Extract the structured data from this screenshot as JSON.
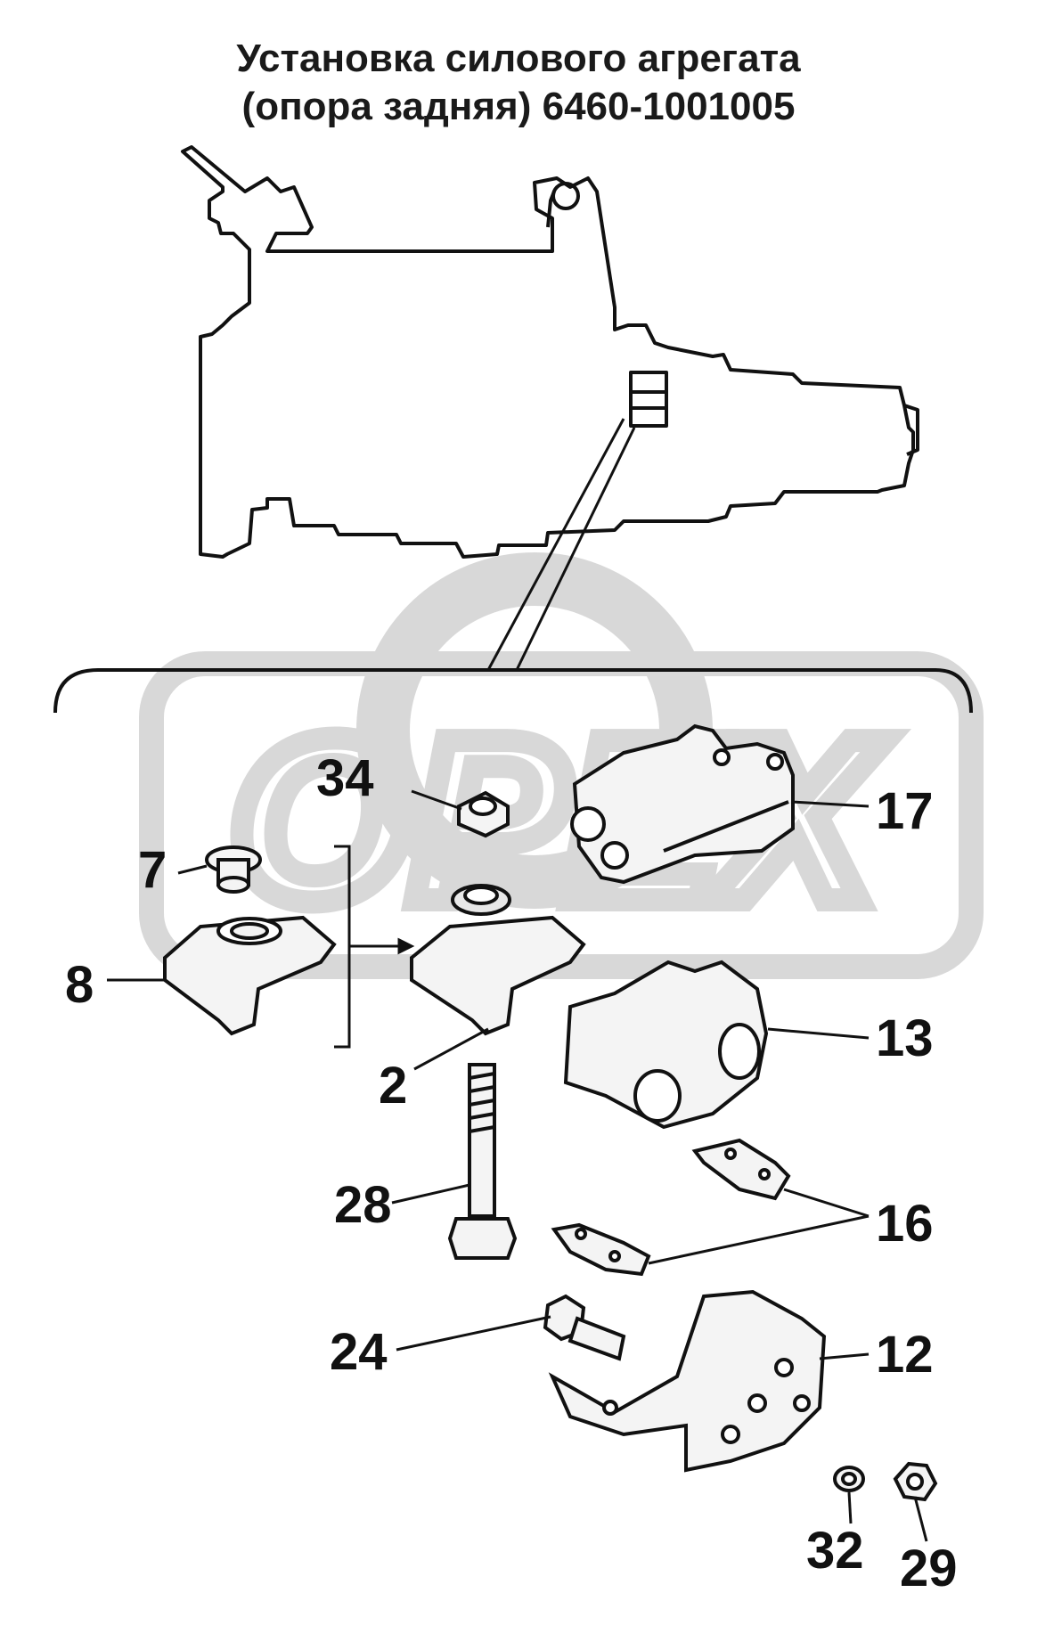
{
  "title": {
    "line1": "Установка силового агрегата",
    "line2": "(опора задняя) 6460-1001005"
  },
  "watermark": {
    "text": "OPEX",
    "color": "#d4d4d4"
  },
  "callouts": [
    {
      "number": "34"
    },
    {
      "number": "17"
    },
    {
      "number": "7"
    },
    {
      "number": "8"
    },
    {
      "number": "13"
    },
    {
      "number": "2"
    },
    {
      "number": "28"
    },
    {
      "number": "16"
    },
    {
      "number": "24"
    },
    {
      "number": "12"
    },
    {
      "number": "32"
    },
    {
      "number": "29"
    }
  ]
}
